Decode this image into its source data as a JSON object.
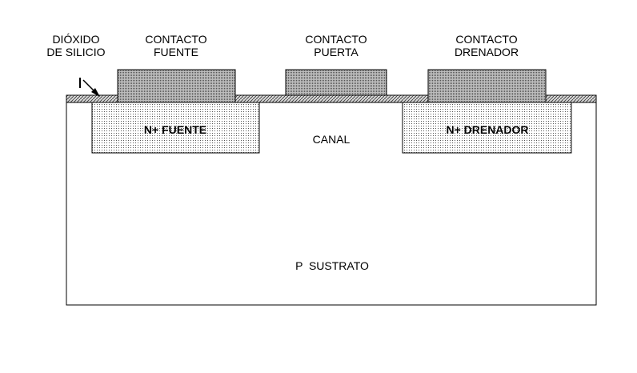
{
  "labels": {
    "oxide_line1": "DIÓXIDO",
    "oxide_line2": "DE SILICIO",
    "source_contact_line1": "CONTACTO",
    "source_contact_line2": "FUENTE",
    "gate_contact_line1": "CONTACTO",
    "gate_contact_line2": "PUERTA",
    "drain_contact_line1": "CONTACTO",
    "drain_contact_line2": "DRENADOR",
    "source_region": "N+ FUENTE",
    "drain_region": "N+ DRENADOR",
    "channel": "CANAL",
    "substrate": "P  SUSTRATO"
  }
}
